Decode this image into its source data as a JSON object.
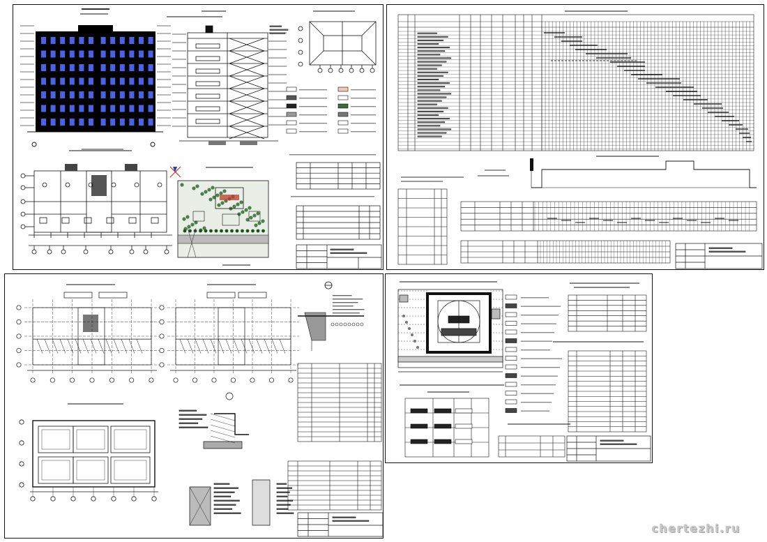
{
  "watermark": "chertezhi.ru",
  "sheets": [
    {
      "name": "sheet-architecture",
      "content": "facade-section-plans-siteplan"
    },
    {
      "name": "sheet-schedule",
      "content": "work-schedule-gantt"
    },
    {
      "name": "sheet-structures",
      "content": "foundation-plans-details"
    },
    {
      "name": "sheet-construction-plan",
      "content": "stroygenplan-legend"
    }
  ],
  "colors": {
    "line": "#111111",
    "facade": "#000000",
    "window": "#4a63e6",
    "site_green": "#2f6b2f",
    "site_red": "#c0392b",
    "hatch_gray": "#8a8a8a"
  }
}
